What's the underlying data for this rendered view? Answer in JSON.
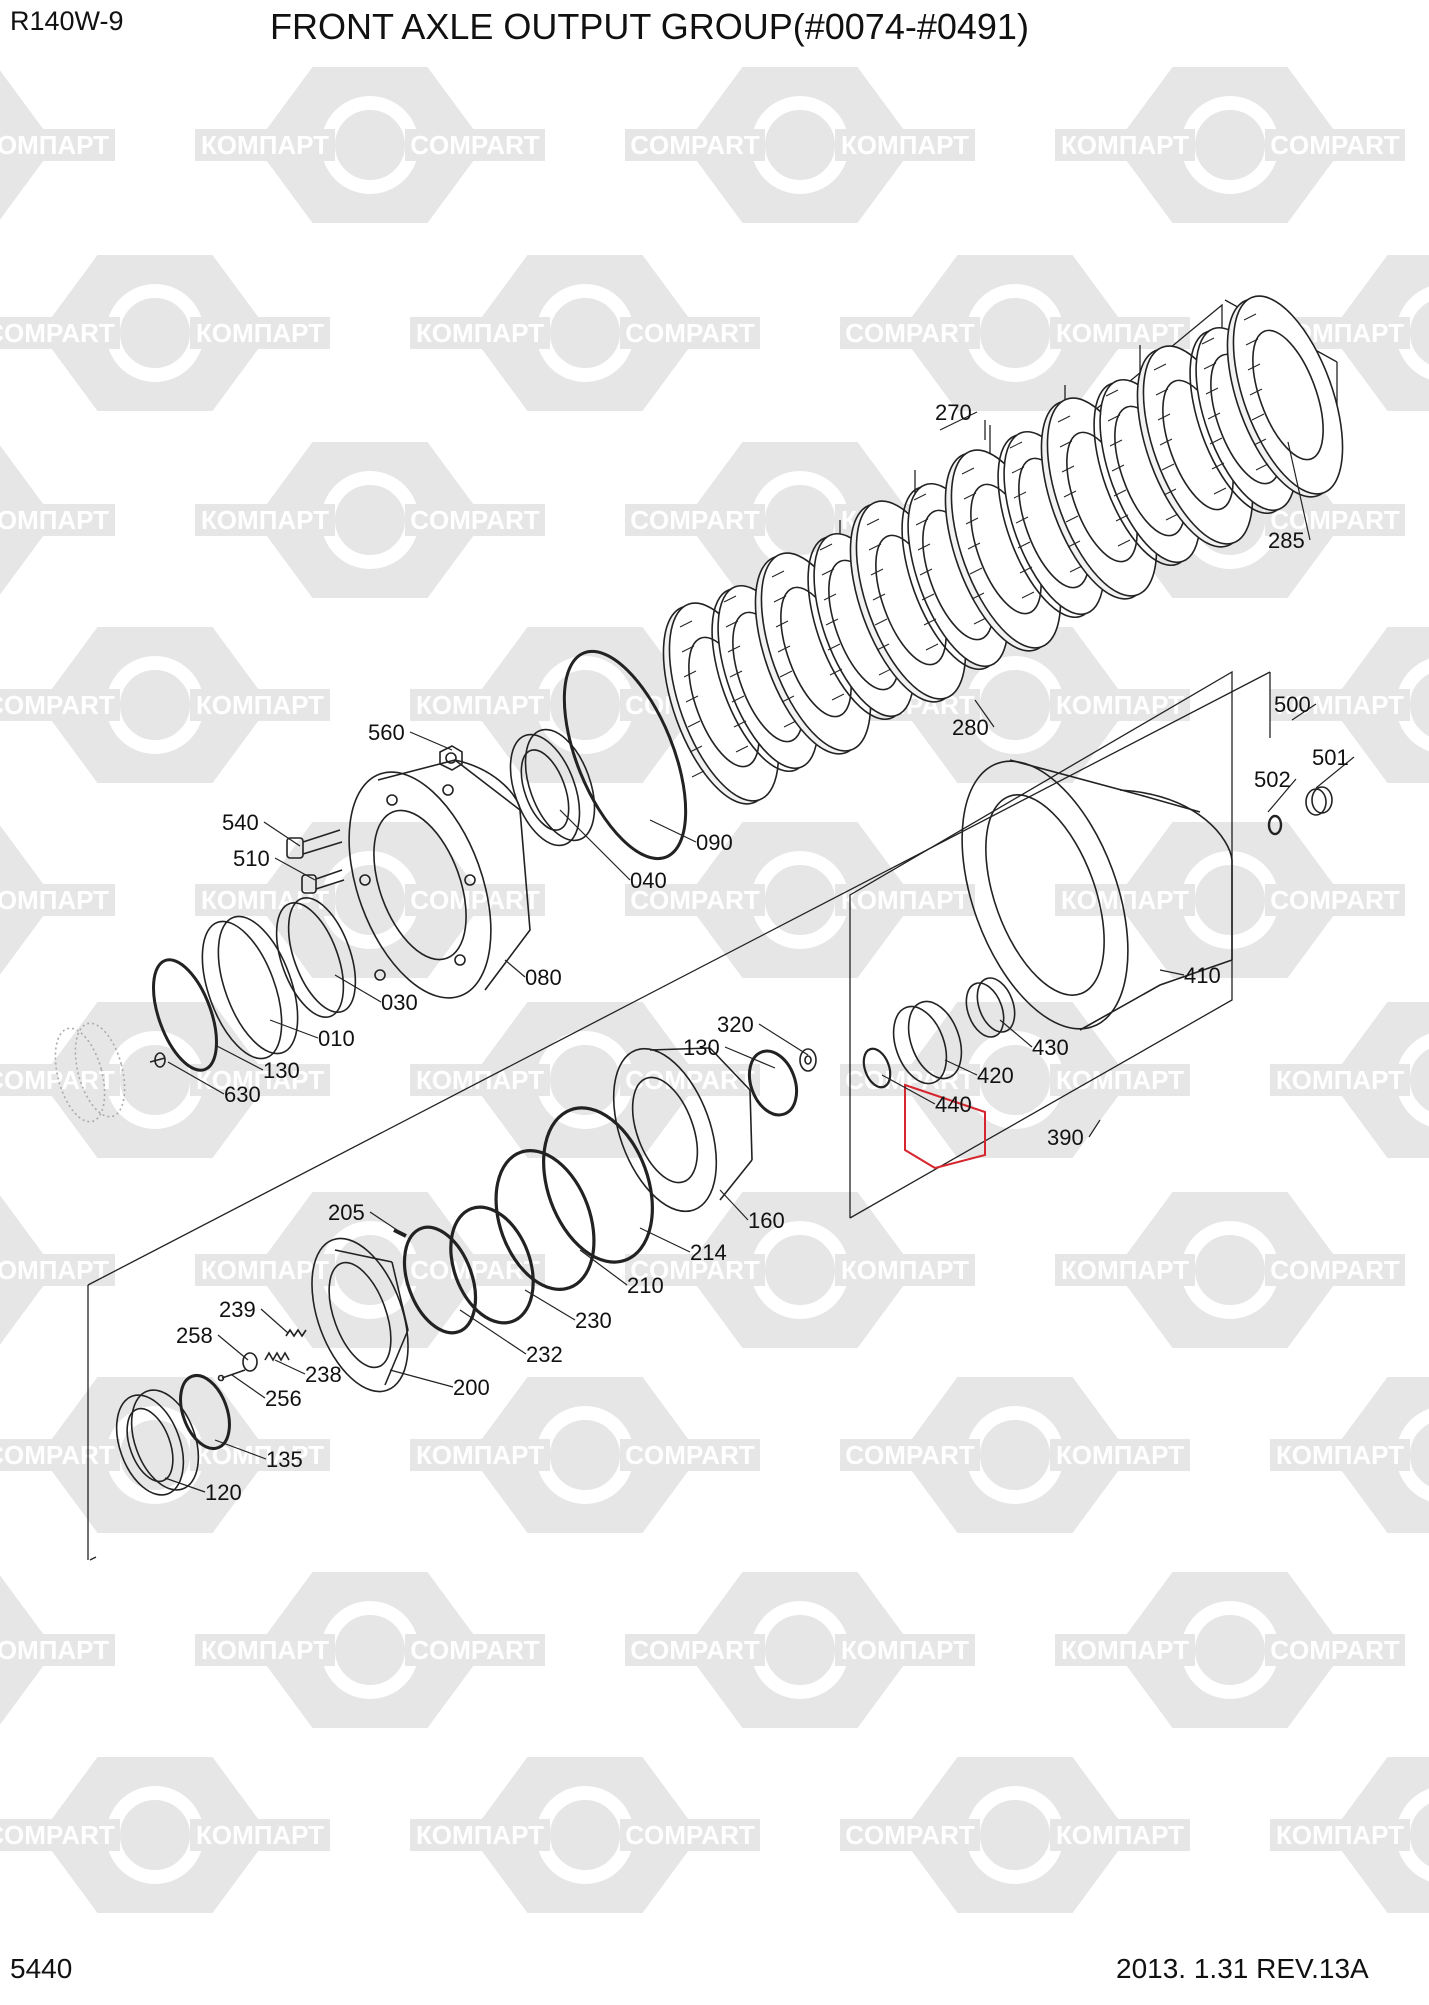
{
  "header": {
    "model": "R140W-9",
    "title": "FRONT AXLE OUTPUT GROUP(#0074-#0491)"
  },
  "footer": {
    "page_number": "5440",
    "revision": "2013. 1.31 REV.13A"
  },
  "watermark": {
    "brand_latin": "COMPART",
    "brand_cyrillic": "КОМПАРТ"
  },
  "colors": {
    "highlight": "#d6262e",
    "watermark": "#e6e6e6",
    "line": "#222222"
  },
  "highlighted_part": "440",
  "part_labels": [
    "270",
    "285",
    "280",
    "500",
    "501",
    "502",
    "560",
    "090",
    "540",
    "510",
    "040",
    "080",
    "030",
    "010",
    "130",
    "630",
    "410",
    "320",
    "130",
    "430",
    "420",
    "440",
    "390",
    "160",
    "214",
    "210",
    "230",
    "232",
    "205",
    "200",
    "239",
    "258",
    "238",
    "256",
    "135",
    "120"
  ]
}
